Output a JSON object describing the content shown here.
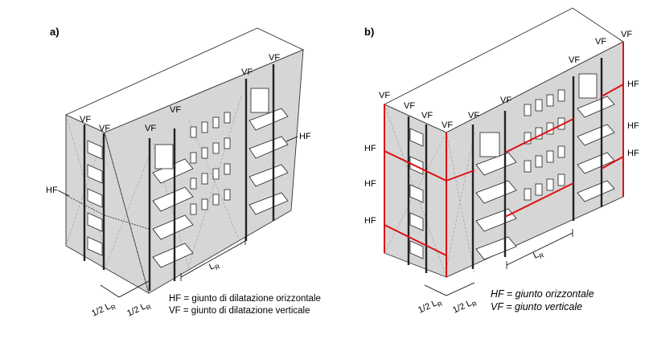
{
  "panels": [
    {
      "label": "a)",
      "vf_label": "VF",
      "hf_label": "HF",
      "dim_half": "1/2 L",
      "dim_half_sub": "R",
      "dim_full": "L",
      "dim_full_sub": "R",
      "legend_hf": "HF = giunto di dilatazione orizzontale",
      "legend_vf": "VF = giunto di dilatazione verticale",
      "joint_color": "#222222"
    },
    {
      "label": "b)",
      "vf_label": "VF",
      "hf_label": "HF",
      "dim_half": "1/2 L",
      "dim_half_sub": "R",
      "dim_full": "L",
      "dim_full_sub": "R",
      "legend_hf": "HF = giunto  orizzontale",
      "legend_vf": "VF = giunto  verticale",
      "joint_color": "#d11111"
    }
  ],
  "colors": {
    "wall": "#d6d6d6",
    "roof": "#ffffff",
    "background": "#ffffff"
  }
}
